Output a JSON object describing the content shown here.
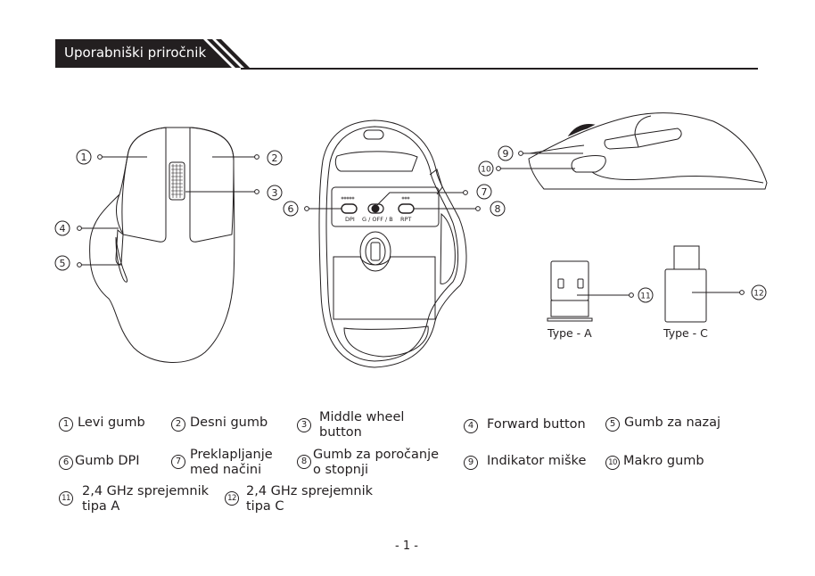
{
  "header": {
    "title": "Uporabniški priročnik"
  },
  "colors": {
    "ink": "#231f20",
    "paper": "#ffffff"
  },
  "callouts": [
    "1",
    "2",
    "3",
    "4",
    "5",
    "6",
    "7",
    "8",
    "9",
    "10",
    "11",
    "12"
  ],
  "bottom_view": {
    "dpi_label": "DPI",
    "mode_label": "G / OFF / B",
    "rpt_label": "RPT"
  },
  "receivers": {
    "type_a_label": "Type - A",
    "type_c_label": "Type - C"
  },
  "legend": [
    {
      "num": "1",
      "text": "Levi gumb"
    },
    {
      "num": "2",
      "text": "Desni gumb"
    },
    {
      "num": "3",
      "text": "Middle wheel\nbutton"
    },
    {
      "num": "4",
      "text": "Forward button"
    },
    {
      "num": "5",
      "text": "Gumb za nazaj"
    },
    {
      "num": "6",
      "text": "Gumb DPI"
    },
    {
      "num": "7",
      "text": "Preklapljanje\nmed načini"
    },
    {
      "num": "8",
      "text": "Gumb za poročanje\no stopnji"
    },
    {
      "num": "9",
      "text": "Indikator miške"
    },
    {
      "num": "10",
      "text": "Makro gumb"
    },
    {
      "num": "11",
      "text": "2,4 GHz sprejemnik\ntipa A"
    },
    {
      "num": "12",
      "text": "2,4 GHz sprejemnik\ntipa C"
    }
  ],
  "footer": {
    "page_number": "- 1 -"
  }
}
